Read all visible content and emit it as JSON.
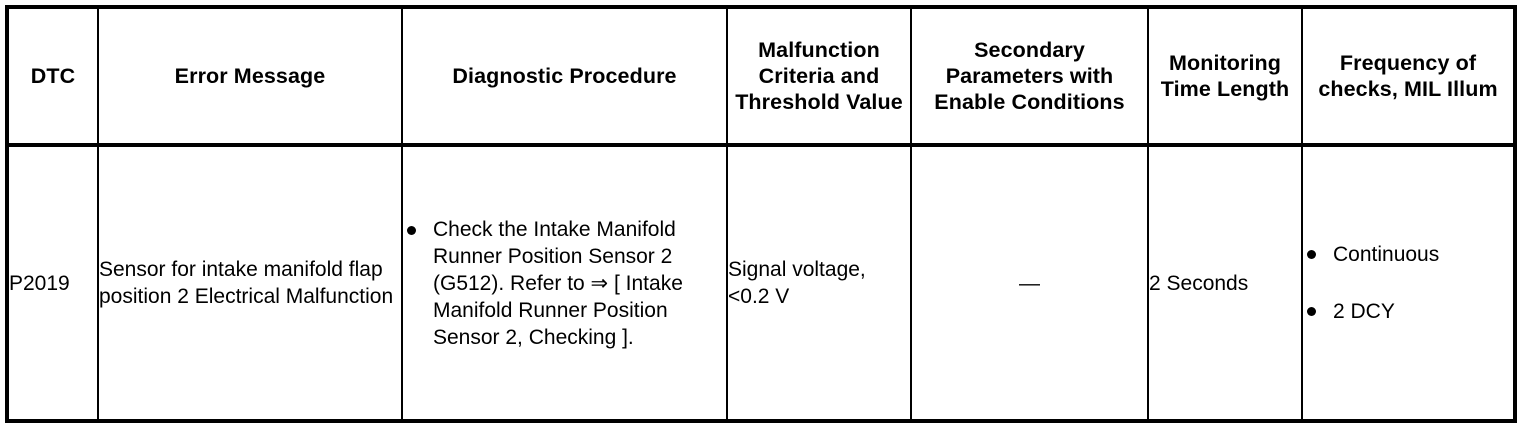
{
  "table": {
    "columns": [
      {
        "key": "dtc",
        "label": "DTC"
      },
      {
        "key": "errmsg",
        "label": "Error Message"
      },
      {
        "key": "diag",
        "label": "Diagnostic Procedure"
      },
      {
        "key": "malf",
        "label": "Malfunction Criteria and Threshold Value"
      },
      {
        "key": "sec",
        "label": "Secondary Parameters with Enable Conditions"
      },
      {
        "key": "mon",
        "label": "Monitoring Time Length"
      },
      {
        "key": "freq",
        "label": "Frequency of checks, MIL Illum"
      }
    ],
    "rows": [
      {
        "dtc": "P2019",
        "error_message": "Sensor for intake manifold flap position 2 Electrical Malfunction",
        "diagnostic_procedure": [
          "Check the Intake Manifold Runner Position Sensor 2 (G512). Refer to ⇒ [ Intake Manifold Runner Position Sensor 2, Checking ]."
        ],
        "malfunction_criteria": "Signal voltage, <0.2 V",
        "secondary_parameters": "—",
        "monitoring_time_length": "2 Seconds",
        "frequency_of_checks": [
          "Continuous",
          "2 DCY"
        ]
      }
    ]
  },
  "style": {
    "border_color": "#000000",
    "text_color": "#000000",
    "background": "#ffffff"
  }
}
